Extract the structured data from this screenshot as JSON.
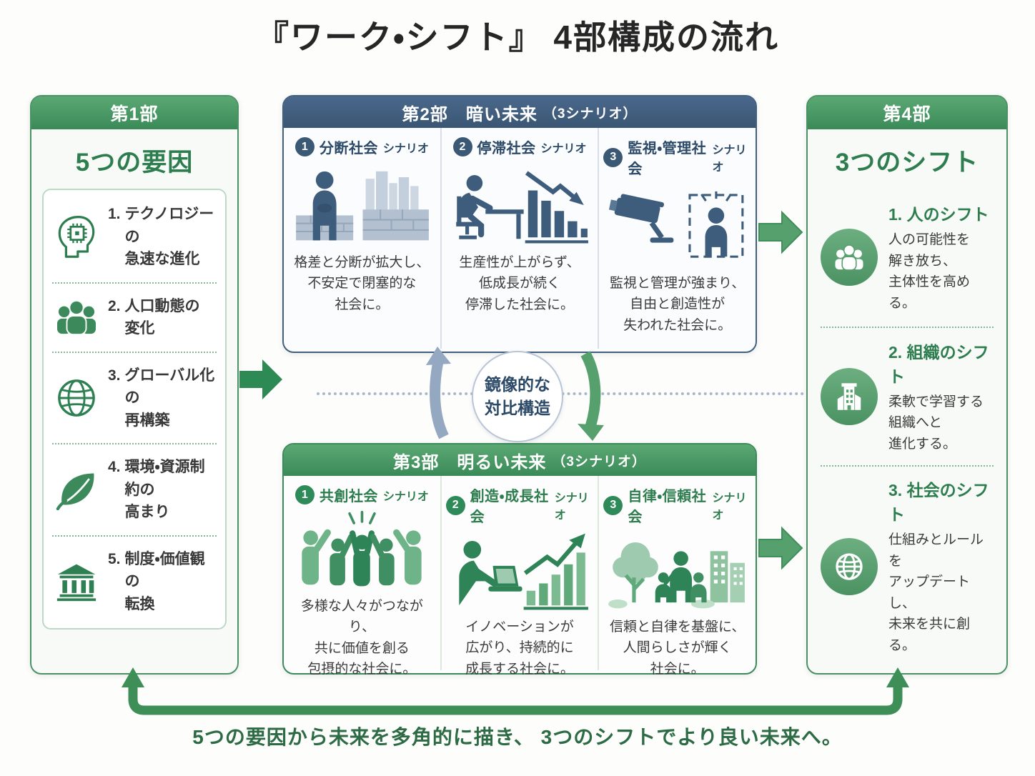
{
  "title": "『ワーク・シフト』 4部構成の流れ",
  "part1": {
    "header": "第1部",
    "title": "5つの要因",
    "items": [
      {
        "no": "1.",
        "label": "テクノロジーの\n急速な進化",
        "icon": "head-chip-icon"
      },
      {
        "no": "2.",
        "label": "人口動態の\n変化",
        "icon": "people-icon"
      },
      {
        "no": "3.",
        "label": "グローバル化の\n再構築",
        "icon": "globe-icon"
      },
      {
        "no": "4.",
        "label": "環境・資源制約の\n高まり",
        "icon": "leaf-icon"
      },
      {
        "no": "5.",
        "label": "制度・価値観の\n転換",
        "icon": "bank-icon"
      }
    ]
  },
  "part2": {
    "header": "第2部　暗い未来",
    "header_note": "（3シナリオ）",
    "scenarios": [
      {
        "number": "1",
        "name": "分断社会",
        "name_suffix": "シナリオ",
        "desc": "格差と分断が拡大し、\n不安定で閉塞的な\n社会に。",
        "illustration": "divided-society"
      },
      {
        "number": "2",
        "name": "停滞社会",
        "name_suffix": "シナリオ",
        "desc": "生産性が上がらず、\n低成長が続く\n停滞した社会に。",
        "illustration": "stagnant-society"
      },
      {
        "number": "3",
        "name": "監視・管理社会",
        "name_suffix": "シナリオ",
        "desc": "監視と管理が強まり、\n自由と創造性が\n失われた社会に。",
        "illustration": "surveillance-society"
      }
    ]
  },
  "part3": {
    "header": "第3部　明るい未来",
    "header_note": "（3シナリオ）",
    "scenarios": [
      {
        "number": "1",
        "name": "共創社会",
        "name_suffix": "シナリオ",
        "desc": "多様な人々がつながり、\n共に価値を創る\n包摂的な社会に。",
        "illustration": "co-creation-society"
      },
      {
        "number": "2",
        "name": "創造・成長社会",
        "name_suffix": "シナリオ",
        "desc": "イノベーションが\n広がり、持続的に\n成長する社会に。",
        "illustration": "growth-society"
      },
      {
        "number": "3",
        "name": "自律・信頼社会",
        "name_suffix": "シナリオ",
        "desc": "信頼と自律を基盤に、\n人間らしさが輝く\n社会に。",
        "illustration": "trust-society"
      }
    ]
  },
  "part4": {
    "header": "第4部",
    "title": "3つのシフト",
    "items": [
      {
        "title": "1. 人のシフト",
        "desc": "人の可能性を\n解き放ち、\n主体性を高める。",
        "icon": "people-circle-icon"
      },
      {
        "title": "2. 組織のシフト",
        "desc": "柔軟で学習する\n組織へと\n進化する。",
        "icon": "building-circle-icon"
      },
      {
        "title": "3. 社会のシフト",
        "desc": "仕組みとルールを\nアップデートし、\n未来を共に創る。",
        "icon": "globe-circle-icon"
      }
    ]
  },
  "center": {
    "label": "鏡像的な\n対比構造"
  },
  "footer": {
    "note": "5つの要因から未来を多角的に描き、 3つのシフトでより良い未来へ。"
  },
  "colors": {
    "green_header": "#3f8f5c",
    "green_text": "#2e7d4f",
    "slate_header": "#3d5a78",
    "slate_text": "#2c4a68",
    "body_text": "#3a3a3a",
    "arrow_green": "#3f8f5c",
    "arrow_slate": "#94a8c2"
  }
}
